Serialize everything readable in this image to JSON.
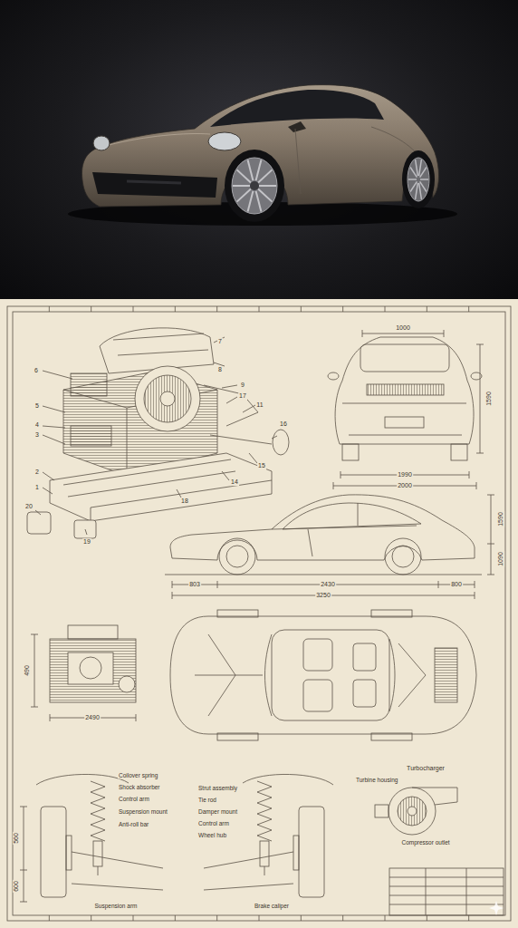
{
  "diagram": {
    "labels": [
      "7",
      "6",
      "8",
      "9",
      "17",
      "11",
      "16",
      "15",
      "5",
      "4",
      "3",
      "2",
      "1",
      "20",
      "19",
      "18",
      "14",
      "1000",
      "1590",
      "1990",
      "2000",
      "1590",
      "1090",
      "803",
      "2430",
      "800",
      "3250",
      "490",
      "2490",
      "560",
      "600",
      "Coilover spring",
      "Shock absorber",
      "Control arm",
      "Suspension mount",
      "Anti-roll bar",
      "Strut assembly",
      "Tie rod",
      "Damper mount",
      "Control arm",
      "Wheel hub",
      "Suspension arm",
      "Brake caliper",
      "Turbocharger",
      "Turbine housing",
      "Compressor outlet"
    ]
  }
}
